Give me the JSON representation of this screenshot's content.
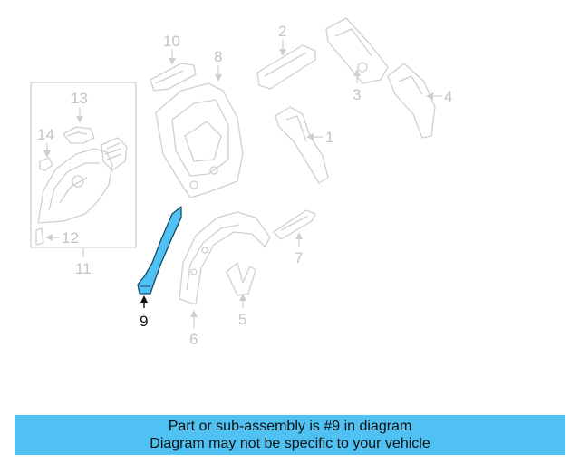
{
  "diagram": {
    "callouts": [
      {
        "id": "1",
        "label": "1"
      },
      {
        "id": "2",
        "label": "2"
      },
      {
        "id": "3",
        "label": "3"
      },
      {
        "id": "4",
        "label": "4"
      },
      {
        "id": "5",
        "label": "5"
      },
      {
        "id": "6",
        "label": "6"
      },
      {
        "id": "7",
        "label": "7"
      },
      {
        "id": "8",
        "label": "8"
      },
      {
        "id": "9",
        "label": "9"
      },
      {
        "id": "10",
        "label": "10"
      },
      {
        "id": "11",
        "label": "11"
      },
      {
        "id": "12",
        "label": "12"
      },
      {
        "id": "13",
        "label": "13"
      },
      {
        "id": "14",
        "label": "14"
      }
    ],
    "highlighted_part": "9",
    "colors": {
      "highlight": "#4fc1f3",
      "ghost": "#d0d0d0",
      "banner": "#4fc1f3"
    }
  },
  "banner": {
    "line1": "Part or sub-assembly is #9 in diagram",
    "line2": "Diagram may not be specific to your vehicle"
  }
}
